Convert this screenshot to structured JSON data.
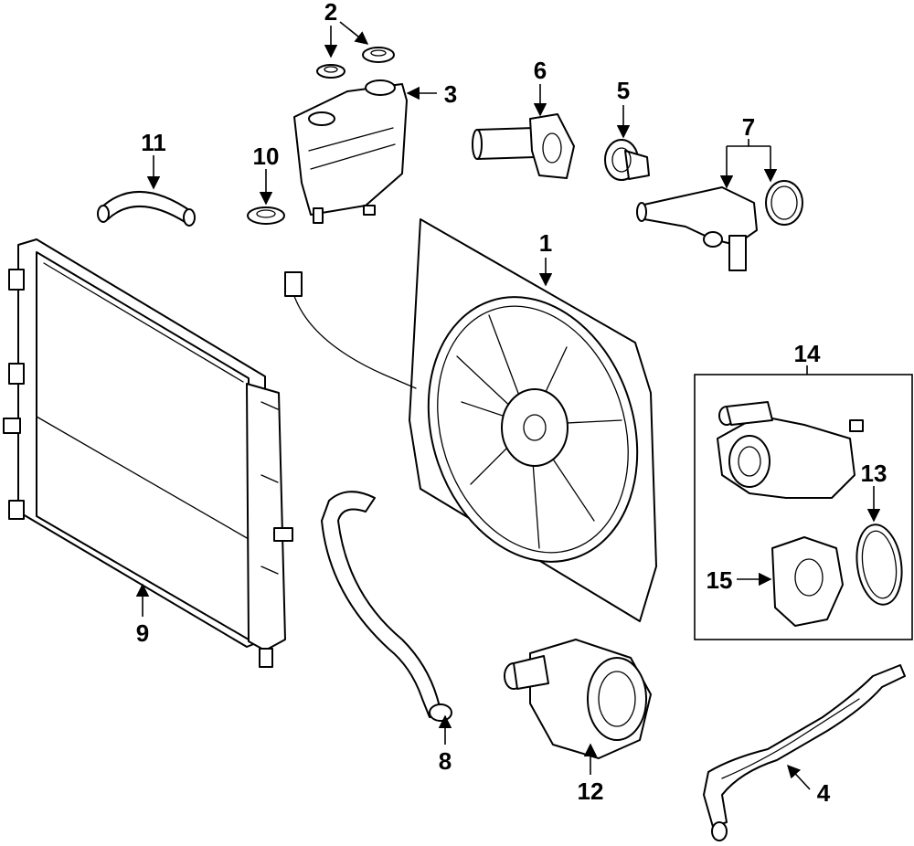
{
  "diagram": {
    "callouts": [
      {
        "id": "1",
        "label": "1"
      },
      {
        "id": "2",
        "label": "2"
      },
      {
        "id": "3",
        "label": "3"
      },
      {
        "id": "4",
        "label": "4"
      },
      {
        "id": "5",
        "label": "5"
      },
      {
        "id": "6",
        "label": "6"
      },
      {
        "id": "7",
        "label": "7"
      },
      {
        "id": "8",
        "label": "8"
      },
      {
        "id": "9",
        "label": "9"
      },
      {
        "id": "10",
        "label": "10"
      },
      {
        "id": "11",
        "label": "11"
      },
      {
        "id": "12",
        "label": "12"
      },
      {
        "id": "13",
        "label": "13"
      },
      {
        "id": "14",
        "label": "14"
      },
      {
        "id": "15",
        "label": "15"
      }
    ]
  }
}
